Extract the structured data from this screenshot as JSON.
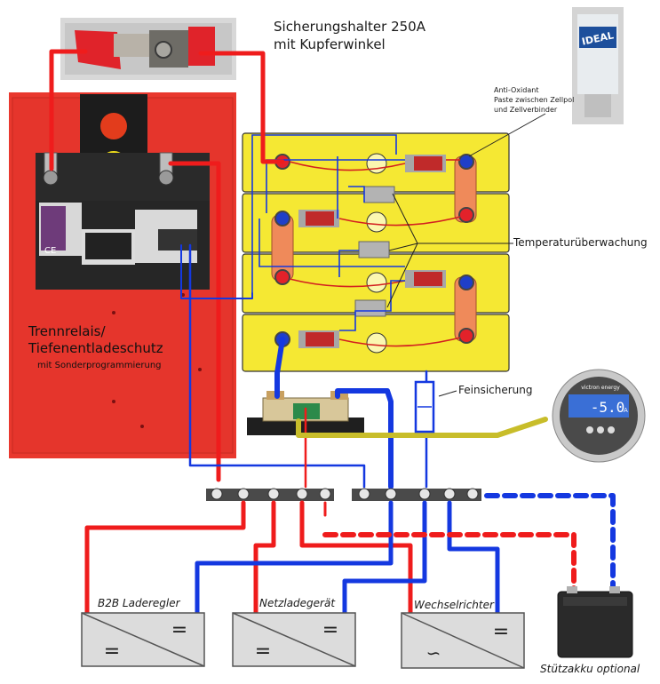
{
  "fuse_holder": {
    "line1": "Sicherungshalter 250A",
    "line2": "mit Kupferwinkel"
  },
  "antioxidant": {
    "line1": "Anti-Oxidant",
    "line2": "Paste zwischen Zellpol",
    "line3": "und Zellverbinder",
    "brand": "IDEAL"
  },
  "temperature_label": "Temperaturüberwachung",
  "relay": {
    "line1": "Trennrelais/",
    "line2": "Tiefenentladeschutz",
    "line3": "mit Sonderprogrammierung",
    "marking": "CE"
  },
  "fuse_label": "Feinsicherung",
  "monitor": {
    "brand": "victron energy",
    "reading": "-5.0",
    "unit": "A"
  },
  "devices": {
    "b2b": {
      "label": "B2B Laderegler",
      "sym_top": "=",
      "sym_bottom": "="
    },
    "charger": {
      "label": "Netzladegerät",
      "sym_top": "=",
      "sym_bottom": "="
    },
    "inverter": {
      "label": "Wechselrichter",
      "sym_top": "=",
      "sym_bottom": "∽"
    }
  },
  "backup_battery": {
    "label": "Stützakku optional"
  },
  "colors": {
    "positive": "#ef1c1c",
    "negative": "#1438e0",
    "cell": "#f5e833",
    "plate": "#e9382e",
    "copper": "#ef8a5a",
    "sense": "#c8bd2a",
    "busbar": "#4a4a4a"
  }
}
